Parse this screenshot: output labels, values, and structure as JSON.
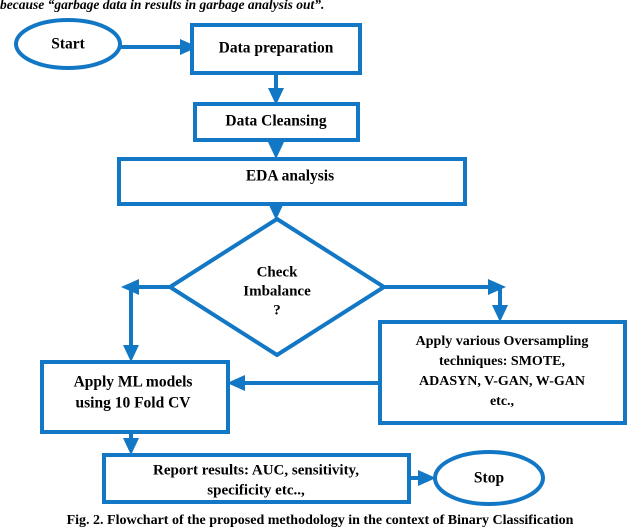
{
  "page": {
    "top_text": "because “garbage data in results in garbage analysis out”.",
    "caption": "Fig. 2. Flowchart of the proposed methodology in the context of Binary Classification"
  },
  "colors": {
    "accent_blue": "#1277c4",
    "node_fill": "#ffffff",
    "text": "#000000"
  },
  "flowchart": {
    "title": "Flowchart of the proposed methodology in the context of Binary Classification",
    "nodes": [
      {
        "id": "start",
        "type": "terminator",
        "label": "Start",
        "lines": [
          "Start"
        ]
      },
      {
        "id": "data-preparation",
        "type": "process",
        "label": "Data preparation",
        "lines": [
          "Data preparation"
        ]
      },
      {
        "id": "data-cleansing",
        "type": "process",
        "label": "Data Cleansing",
        "lines": [
          "Data Cleansing"
        ]
      },
      {
        "id": "eda-analysis",
        "type": "process",
        "label": "EDA analysis",
        "lines": [
          "EDA analysis"
        ]
      },
      {
        "id": "check-imbalance",
        "type": "decision",
        "label": "Check Imbalance ?",
        "lines": [
          "Check",
          "Imbalance",
          "?"
        ]
      },
      {
        "id": "oversampling",
        "type": "process",
        "label": "Apply various Oversampling techniques: SMOTE, ADASYN, V-GAN, W-GAN etc.,",
        "lines": [
          "Apply various Oversampling",
          "techniques: SMOTE,",
          "ADASYN, V-GAN, W-GAN",
          "etc.,"
        ]
      },
      {
        "id": "apply-ml-models",
        "type": "process",
        "label": "Apply ML models using 10 Fold CV",
        "lines": [
          "Apply ML models",
          "using 10 Fold CV"
        ]
      },
      {
        "id": "report-results",
        "type": "process",
        "label": "Report results: AUC, sensitivity, specificity etc..,",
        "lines": [
          "Report results: AUC, sensitivity,",
          "specificity etc..,"
        ]
      },
      {
        "id": "stop",
        "type": "terminator",
        "label": "Stop",
        "lines": [
          "Stop"
        ]
      }
    ],
    "edges": [
      {
        "id": "start-to-data-preparation",
        "from": "start",
        "to": "data-preparation",
        "label": ""
      },
      {
        "id": "data-preparation-to-data-cleansing",
        "from": "data-preparation",
        "to": "data-cleansing",
        "label": ""
      },
      {
        "id": "data-cleansing-to-eda-analysis",
        "from": "data-cleansing",
        "to": "eda-analysis",
        "label": ""
      },
      {
        "id": "eda-analysis-to-check-imbalance",
        "from": "eda-analysis",
        "to": "check-imbalance",
        "label": ""
      },
      {
        "id": "check-imbalance-to-apply-ml-models",
        "from": "check-imbalance",
        "to": "apply-ml-models",
        "label": ""
      },
      {
        "id": "check-imbalance-to-oversampling",
        "from": "check-imbalance",
        "to": "oversampling",
        "label": ""
      },
      {
        "id": "oversampling-to-apply-ml-models",
        "from": "oversampling",
        "to": "apply-ml-models",
        "label": ""
      },
      {
        "id": "apply-ml-models-to-report-results",
        "from": "apply-ml-models",
        "to": "report-results",
        "label": ""
      },
      {
        "id": "report-results-to-stop",
        "from": "report-results",
        "to": "stop",
        "label": ""
      }
    ]
  }
}
